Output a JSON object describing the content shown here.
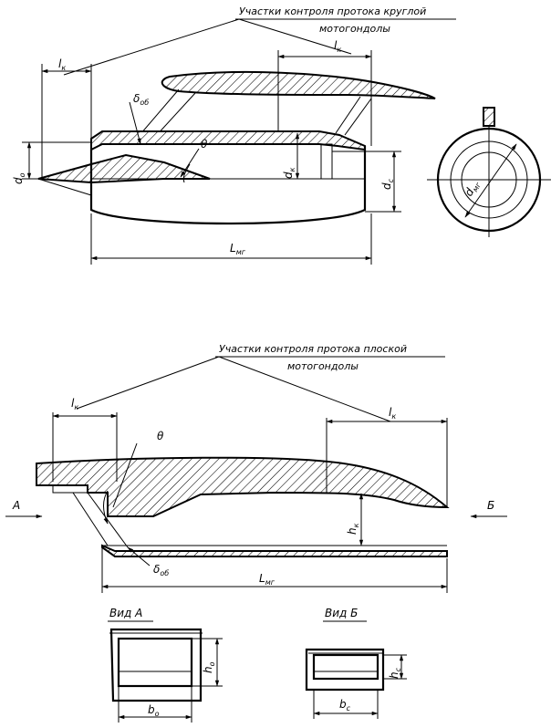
{
  "round_nacelle": {
    "caption_line1": "Участки контроля протока круглой",
    "caption_line2": "мотогондолы",
    "l_k": "l",
    "l_k_sub": "к",
    "delta_ob": "δ",
    "delta_ob_sub": "об",
    "theta": "θ",
    "d_o": "d",
    "d_o_sub": "o",
    "d_k": "d",
    "d_k_sub": "к",
    "d_c": "d",
    "d_c_sub": "c",
    "d_mg": "d",
    "d_mg_sub": "мг",
    "L_mg": "L",
    "L_mg_sub": "мг"
  },
  "flat_nacelle": {
    "caption_line1": "Участки контроля протока плоской",
    "caption_line2": "мотогондолы",
    "l_k": "l",
    "l_k_sub": "к",
    "theta": "θ",
    "view_a_arrow": "А",
    "view_b_arrow": "Б",
    "h_k": "h",
    "h_k_sub": "к",
    "delta_ob": "δ",
    "delta_ob_sub": "об",
    "L_mg": "L",
    "L_mg_sub": "мг"
  },
  "view_a": {
    "title": "Вид А",
    "h_o": "h",
    "h_o_sub": "o",
    "b_o": "b",
    "b_o_sub": "o"
  },
  "view_b": {
    "title": "Вид Б",
    "h_c": "h",
    "h_c_sub": "c",
    "b_c": "b",
    "b_c_sub": "c"
  }
}
